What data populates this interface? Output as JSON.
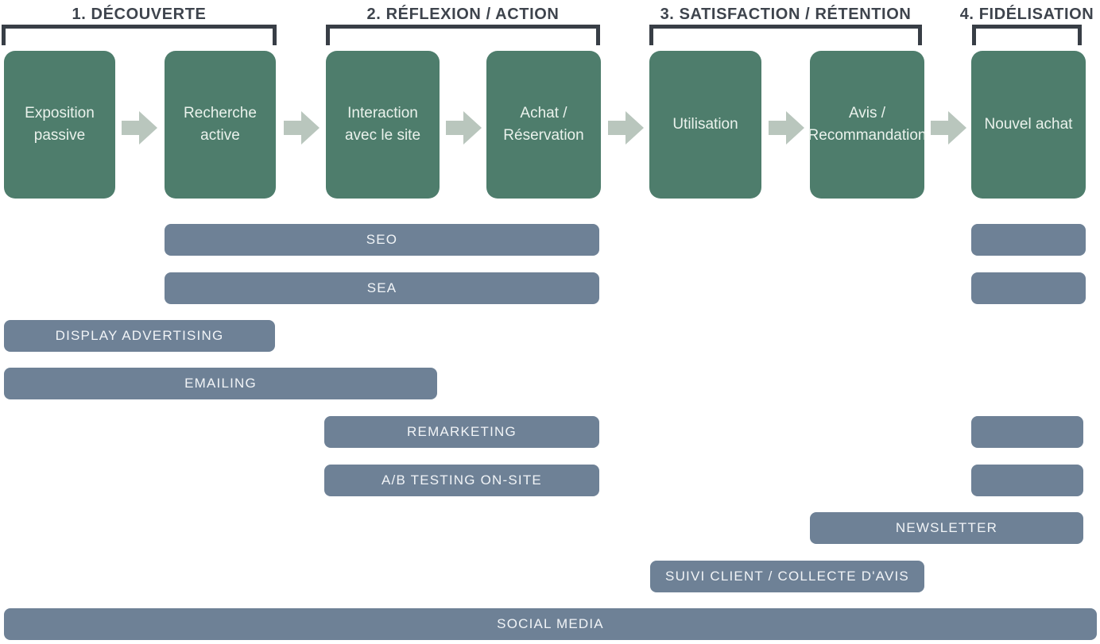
{
  "diagram": {
    "type": "customer-journey-funnel",
    "language": "fr"
  },
  "colors": {
    "background": "#ffffff",
    "stage_box": "#4e7d6c",
    "stage_text": "#eaf2ec",
    "channel_bar": "#6e8196",
    "channel_text": "#f1f4f7",
    "arrow": "#b9c6bd",
    "bracket": "#383e46",
    "phase_text": "#3e444d"
  },
  "icons": {
    "arrow_right": "block-arrow-right"
  },
  "phases": [
    {
      "label": "1. DÉCOUVERTE"
    },
    {
      "label": "2. RÉFLEXION / ACTION"
    },
    {
      "label": "3. SATISFACTION / RÉTENTION"
    },
    {
      "label": "4. FIDÉLISATION"
    }
  ],
  "stages": [
    {
      "label": "Exposition passive"
    },
    {
      "label": "Recherche active"
    },
    {
      "label": "Interaction avec le site"
    },
    {
      "label": "Achat / Réservation"
    },
    {
      "label": "Utilisation"
    },
    {
      "label": "Avis / Recommandation"
    },
    {
      "label": "Nouvel achat"
    }
  ],
  "channels": [
    {
      "label": "SEO"
    },
    {
      "label": "SEA"
    },
    {
      "label": "DISPLAY ADVERTISING"
    },
    {
      "label": "EMAILING"
    },
    {
      "label": "REMARKETING"
    },
    {
      "label": "A/B TESTING ON-SITE"
    },
    {
      "label": "NEWSLETTER"
    },
    {
      "label": "SUIVI CLIENT / COLLECTE D'AVIS"
    },
    {
      "label": "SOCIAL MEDIA"
    }
  ]
}
